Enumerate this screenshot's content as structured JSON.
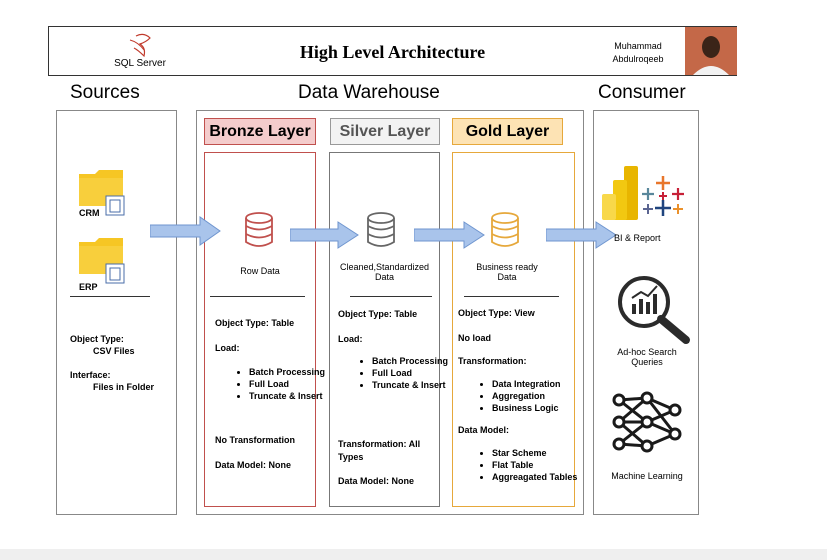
{
  "header": {
    "logo_text": "SQL Server",
    "title": "High Level Architecture",
    "author_line1": "Muhammad",
    "author_line2": "Abdulroqeeb"
  },
  "sections": {
    "sources": "Sources",
    "warehouse": "Data Warehouse",
    "consumer": "Consumer"
  },
  "sources": {
    "crm": "CRM",
    "erp": "ERP",
    "object_type_label": "Object Type:",
    "object_type_value": "CSV  Files",
    "interface_label": "Interface:",
    "interface_value": "Files in Folder"
  },
  "bronze": {
    "title": "Bronze Layer",
    "caption": "Row Data",
    "object_type": "Object Type: Table",
    "load_label": "Load:",
    "load_items": [
      "Batch Processing",
      "Full Load",
      "Truncate & Insert"
    ],
    "transformation": "No Transformation",
    "data_model": "Data Model: None"
  },
  "silver": {
    "title": "Silver Layer",
    "caption_line1": "Cleaned,Standardized",
    "caption_line2": "Data",
    "object_type": "Object Type: Table",
    "load_label": "Load:",
    "load_items": [
      "Batch Processing",
      "Full Load",
      "Truncate & Insert"
    ],
    "transformation": "Transformation: All Types",
    "data_model": "Data Model: None"
  },
  "gold": {
    "title": "Gold Layer",
    "caption_line1": "Business ready",
    "caption_line2": "Data",
    "object_type": "Object Type: View",
    "load": "No load",
    "transformation_label": "Transformation:",
    "transformation_items": [
      "Data Integration",
      "Aggregation",
      "Business Logic"
    ],
    "data_model_label": "Data Model:",
    "data_model_items": [
      "Star Scheme",
      "Flat Table",
      "Aggreagated Tables"
    ]
  },
  "consumer": {
    "bi": "BI & Report",
    "adhoc_line1": "Ad-hoc Search",
    "adhoc_line2": "Queries",
    "ml": "Machine Learning"
  },
  "colors": {
    "bronze_bg": "#f4cccc",
    "bronze_border": "#c0504d",
    "silver_bg": "#f3f3f3",
    "gold_bg": "#fde3b4",
    "gold_border": "#e6a83b",
    "arrow_fill": "#a9c4eb",
    "folder": "#f6c624"
  }
}
